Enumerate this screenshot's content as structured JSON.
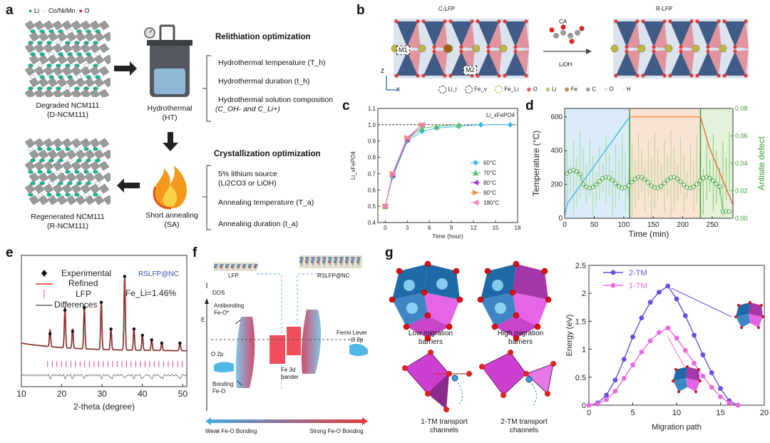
{
  "figure": {
    "panel_labels": [
      "a",
      "b",
      "c",
      "d",
      "e",
      "f",
      "g"
    ]
  },
  "panel_a": {
    "legend": [
      "Li",
      "Co/Ni/Mn",
      "O"
    ],
    "degraded": [
      "Degraded NCM111",
      "(D-NCM111)"
    ],
    "hydrothermal": [
      "Hydrothermal",
      "(HT)"
    ],
    "regenerated": [
      "Regenerated NCM111",
      "(R-NCM111)"
    ],
    "annealing": [
      "Short annealing",
      "(SA)"
    ],
    "relithiation_title": "Relithiation optimization",
    "relithiation_items": [
      "Hydrothermal temperature (T_h)",
      "Hydrothermal duration (t_h)",
      "Hydrothermal solution composition",
      "(C_OH- and C_Li+)"
    ],
    "crystallization_title": "Crystallization optimization",
    "crystallization_items": [
      "5% lithium source",
      "(Li2CO3 or LiOH)",
      "Annealing temperature (T_a)",
      "Annealing duration (t_a)"
    ]
  },
  "panel_b": {
    "left_title": "C-LFP",
    "right_title": "R-LFP",
    "reagent": "CA",
    "condition": "LiOH",
    "site_labels": [
      "M1",
      "M2"
    ],
    "axis_z": "z",
    "axis_x": "x",
    "legend": [
      "Li_i",
      "Fe_v",
      "Fe_Li",
      "O",
      "Li",
      "Fe",
      "C",
      "O",
      "H"
    ]
  },
  "panel_c": {
    "annotation": "Li_xFePO4",
    "chart_data": {
      "type": "line",
      "xlabel": "Time (hour)",
      "ylabel": "Li_xFePO4",
      "xlim": [
        -1,
        18
      ],
      "ylim": [
        0.4,
        1.1
      ],
      "xticks": [
        0,
        3,
        6,
        9,
        12,
        15,
        18
      ],
      "yticks": [
        0.4,
        0.5,
        0.6,
        0.7,
        0.8,
        0.9,
        1.0,
        1.1
      ],
      "reference_line": 1.0,
      "series": [
        {
          "name": "60°C",
          "color": "#3fb7e6",
          "marker": "diamond",
          "x": [
            0,
            1,
            3,
            5,
            7,
            10,
            13,
            17
          ],
          "y": [
            0.5,
            0.68,
            0.9,
            0.96,
            0.98,
            0.99,
            1.0,
            1.0
          ]
        },
        {
          "name": "70°C",
          "color": "#5cbf6a",
          "marker": "triangle-up",
          "x": [
            0,
            1,
            3,
            5,
            7,
            10
          ],
          "y": [
            0.5,
            0.69,
            0.91,
            0.98,
            0.99,
            1.0
          ]
        },
        {
          "name": "80°C",
          "color": "#9c3fd6",
          "marker": "triangle-left",
          "x": [
            0,
            1,
            3,
            5
          ],
          "y": [
            0.5,
            0.69,
            0.91,
            1.0
          ]
        },
        {
          "name": "90°C",
          "color": "#ef8a3c",
          "marker": "triangle-right",
          "x": [
            0,
            1,
            3,
            5
          ],
          "y": [
            0.5,
            0.7,
            0.92,
            1.0
          ]
        },
        {
          "name": "180°C",
          "color": "#f07fb5",
          "marker": "triangle-left",
          "x": [
            0,
            1,
            3,
            5
          ],
          "y": [
            0.5,
            0.7,
            0.92,
            1.0
          ]
        }
      ]
    }
  },
  "panel_d": {
    "chart_data": {
      "type": "line",
      "xlabel": "Time (min)",
      "ylabel": "Temperature (°C)",
      "y2label": "Antisite defect",
      "xlim": [
        0,
        285
      ],
      "ylim": [
        0,
        650
      ],
      "y2lim": [
        0,
        0.08
      ],
      "xticks": [
        0,
        50,
        100,
        150,
        200,
        250
      ],
      "yticks": [
        0,
        200,
        400,
        600
      ],
      "y2ticks": [
        0.0,
        0.02,
        0.04,
        0.06,
        0.08
      ],
      "regions": [
        {
          "x": [
            0,
            110
          ],
          "color": "#d9ecf7"
        },
        {
          "x": [
            110,
            230
          ],
          "color": "#fbe3d3"
        },
        {
          "x": [
            230,
            285
          ],
          "color": "#e4f2d9"
        }
      ],
      "temperature": {
        "x": [
          0,
          5,
          110,
          230,
          245,
          285
        ],
        "y": [
          20,
          90,
          600,
          600,
          420,
          80
        ]
      },
      "antisite_series": "Antisite defect"
    }
  },
  "panel_e": {
    "legend": [
      "Experimental",
      "Refined",
      "LFP",
      "Differences"
    ],
    "sample": "RSLFP@NC",
    "annotation": "Fe_Li=1.46%",
    "chart_data": {
      "type": "line",
      "xlabel": "2-theta (degree)",
      "xlim": [
        10,
        51
      ],
      "xticks": [
        10,
        20,
        30,
        40,
        50
      ],
      "peaks": [
        {
          "x": 17.1,
          "h": 0.22
        },
        {
          "x": 20.8,
          "h": 0.52
        },
        {
          "x": 22.7,
          "h": 0.25
        },
        {
          "x": 25.6,
          "h": 0.55
        },
        {
          "x": 29.8,
          "h": 0.62
        },
        {
          "x": 32.2,
          "h": 0.28
        },
        {
          "x": 35.6,
          "h": 0.95
        },
        {
          "x": 37.9,
          "h": 0.28
        },
        {
          "x": 40.0,
          "h": 0.2
        },
        {
          "x": 42.3,
          "h": 0.14
        },
        {
          "x": 44.8,
          "h": 0.1
        },
        {
          "x": 49.3,
          "h": 0.1
        }
      ]
    }
  },
  "panel_f": {
    "lfp": "LFP",
    "rslfp": "RSLFP@NC",
    "dos": "DOS",
    "energy": "E",
    "antibonding": [
      "Antibonding",
      "Fe-O*"
    ],
    "o2p_left": "O 2p",
    "bonding": [
      "Bonding",
      "Fe-O"
    ],
    "fe3d": [
      "Fe 3d",
      "bander"
    ],
    "fermi": "Fermi Lever",
    "o2p_right": "O 2p",
    "weak": "Weak Fe-O Bonding",
    "strong": "Strong Fe-O Bonding"
  },
  "panel_g": {
    "low": [
      "Low migration",
      "barriers"
    ],
    "high": [
      "High migration",
      "barriers"
    ],
    "tm1": [
      "1-TM transport",
      "channels"
    ],
    "tm2": [
      "2-TM transport",
      "channels"
    ],
    "chart_data": {
      "type": "line",
      "xlabel": "Migration path",
      "ylabel": "Energy (eV)",
      "xlim": [
        0,
        20
      ],
      "ylim": [
        0,
        2.5
      ],
      "xticks": [
        0,
        5,
        10,
        15,
        20
      ],
      "yticks": [
        0,
        0.5,
        1,
        1.5,
        2,
        2.5
      ],
      "series": [
        {
          "name": "2-TM",
          "color": "#6b4ce6",
          "x": [
            0,
            1,
            2,
            3,
            4,
            5,
            6,
            7,
            8,
            9,
            10,
            11,
            12,
            13,
            14,
            15,
            16,
            17
          ],
          "y": [
            0,
            0.04,
            0.18,
            0.45,
            0.82,
            1.22,
            1.56,
            1.84,
            2.02,
            2.13,
            1.9,
            1.6,
            1.25,
            0.9,
            0.58,
            0.3,
            0.08,
            0
          ]
        },
        {
          "name": "1-TM",
          "color": "#e86ae0",
          "x": [
            0,
            1,
            2,
            3,
            4,
            5,
            6,
            7,
            8,
            9,
            10,
            11,
            12,
            13,
            14,
            15,
            16,
            17
          ],
          "y": [
            0,
            0.02,
            0.1,
            0.25,
            0.48,
            0.72,
            0.95,
            1.15,
            1.3,
            1.38,
            1.2,
            0.98,
            0.75,
            0.52,
            0.32,
            0.15,
            0.04,
            0
          ]
        }
      ]
    }
  }
}
